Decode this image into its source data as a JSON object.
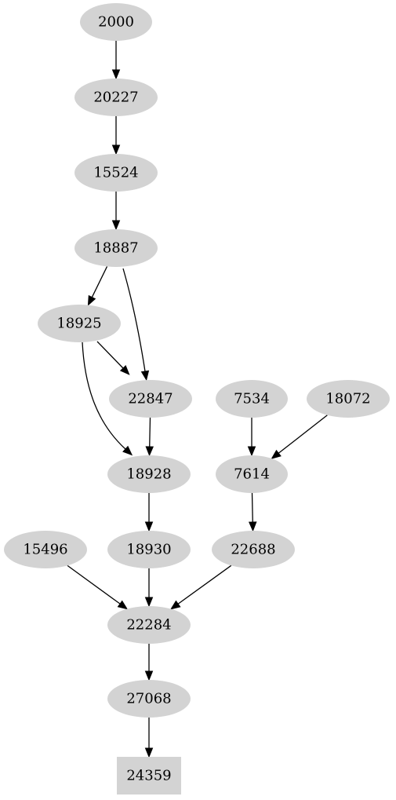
{
  "graph": {
    "nodes": [
      {
        "id": "n2000",
        "label": "2000",
        "shape": "ellipse"
      },
      {
        "id": "n20227",
        "label": "20227",
        "shape": "ellipse"
      },
      {
        "id": "n15524",
        "label": "15524",
        "shape": "ellipse"
      },
      {
        "id": "n18887",
        "label": "18887",
        "shape": "ellipse"
      },
      {
        "id": "n18925",
        "label": "18925",
        "shape": "ellipse"
      },
      {
        "id": "n22847",
        "label": "22847",
        "shape": "ellipse"
      },
      {
        "id": "n7534",
        "label": "7534",
        "shape": "ellipse"
      },
      {
        "id": "n18072",
        "label": "18072",
        "shape": "ellipse"
      },
      {
        "id": "n18928",
        "label": "18928",
        "shape": "ellipse"
      },
      {
        "id": "n7614",
        "label": "7614",
        "shape": "ellipse"
      },
      {
        "id": "n15496",
        "label": "15496",
        "shape": "ellipse"
      },
      {
        "id": "n18930",
        "label": "18930",
        "shape": "ellipse"
      },
      {
        "id": "n22688",
        "label": "22688",
        "shape": "ellipse"
      },
      {
        "id": "n22284",
        "label": "22284",
        "shape": "ellipse"
      },
      {
        "id": "n27068",
        "label": "27068",
        "shape": "ellipse"
      },
      {
        "id": "n24359",
        "label": "24359",
        "shape": "box"
      }
    ],
    "edges": [
      {
        "from": "2000",
        "to": "20227"
      },
      {
        "from": "20227",
        "to": "15524"
      },
      {
        "from": "15524",
        "to": "18887"
      },
      {
        "from": "18887",
        "to": "18925"
      },
      {
        "from": "18887",
        "to": "22847"
      },
      {
        "from": "18925",
        "to": "22847"
      },
      {
        "from": "18925",
        "to": "18928"
      },
      {
        "from": "22847",
        "to": "18928"
      },
      {
        "from": "7534",
        "to": "7614"
      },
      {
        "from": "18072",
        "to": "7614"
      },
      {
        "from": "18928",
        "to": "18930"
      },
      {
        "from": "7614",
        "to": "22688"
      },
      {
        "from": "15496",
        "to": "22284"
      },
      {
        "from": "18930",
        "to": "22284"
      },
      {
        "from": "22688",
        "to": "22284"
      },
      {
        "from": "22284",
        "to": "27068"
      },
      {
        "from": "27068",
        "to": "24359"
      }
    ],
    "colors": {
      "node_fill": "#d3d3d3",
      "edge": "#000000",
      "text": "#000000",
      "background": "#ffffff"
    }
  }
}
